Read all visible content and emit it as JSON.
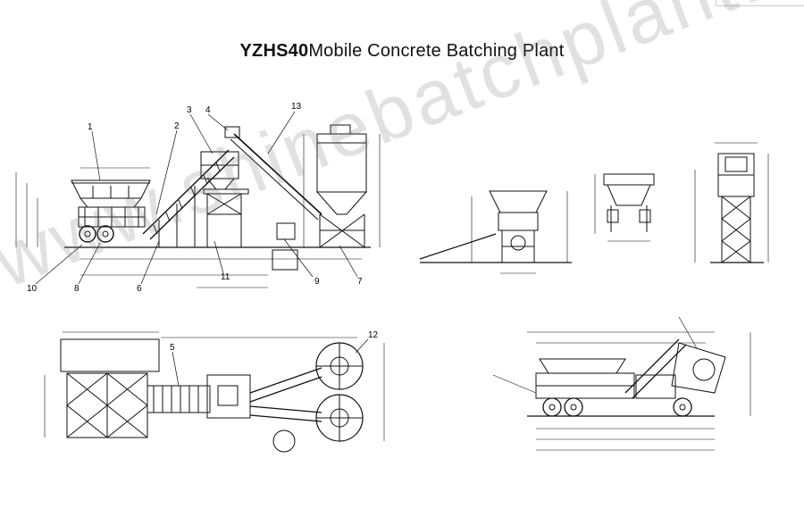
{
  "title": {
    "bold": "YZHS40",
    "rest": "Mobile Concrete Batching Plant"
  },
  "watermark": "www.shinebatchplant.com",
  "callouts": [
    "1",
    "2",
    "3",
    "4",
    "13",
    "10",
    "8",
    "6",
    "11",
    "9",
    "7",
    "5",
    "12"
  ]
}
